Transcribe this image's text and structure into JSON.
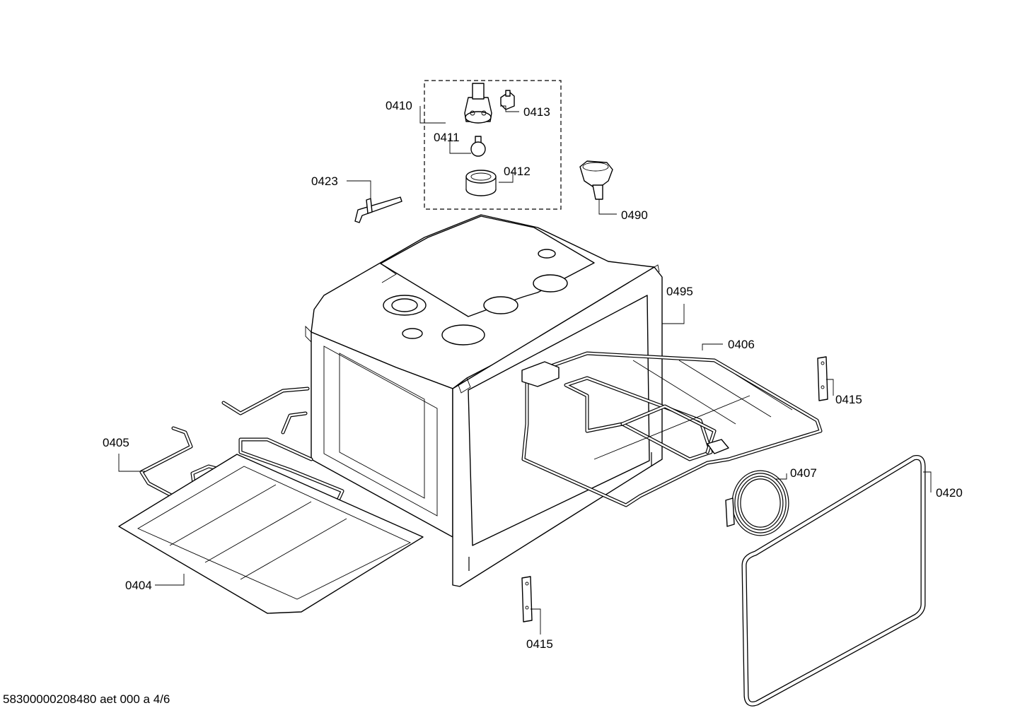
{
  "diagram": {
    "callouts": [
      {
        "id": "0410",
        "text": "0410"
      },
      {
        "id": "0411",
        "text": "0411"
      },
      {
        "id": "0412",
        "text": "0412"
      },
      {
        "id": "0413",
        "text": "0413"
      },
      {
        "id": "0423",
        "text": "0423"
      },
      {
        "id": "0490",
        "text": "0490"
      },
      {
        "id": "0495",
        "text": "0495"
      },
      {
        "id": "0406",
        "text": "0406"
      },
      {
        "id": "0415a",
        "text": "0415"
      },
      {
        "id": "0405",
        "text": "0405"
      },
      {
        "id": "0407",
        "text": "0407"
      },
      {
        "id": "0420",
        "text": "0420"
      },
      {
        "id": "0404",
        "text": "0404"
      },
      {
        "id": "0415b",
        "text": "0415"
      }
    ],
    "footer": "58300000208480 aet 000 a 4/6"
  }
}
